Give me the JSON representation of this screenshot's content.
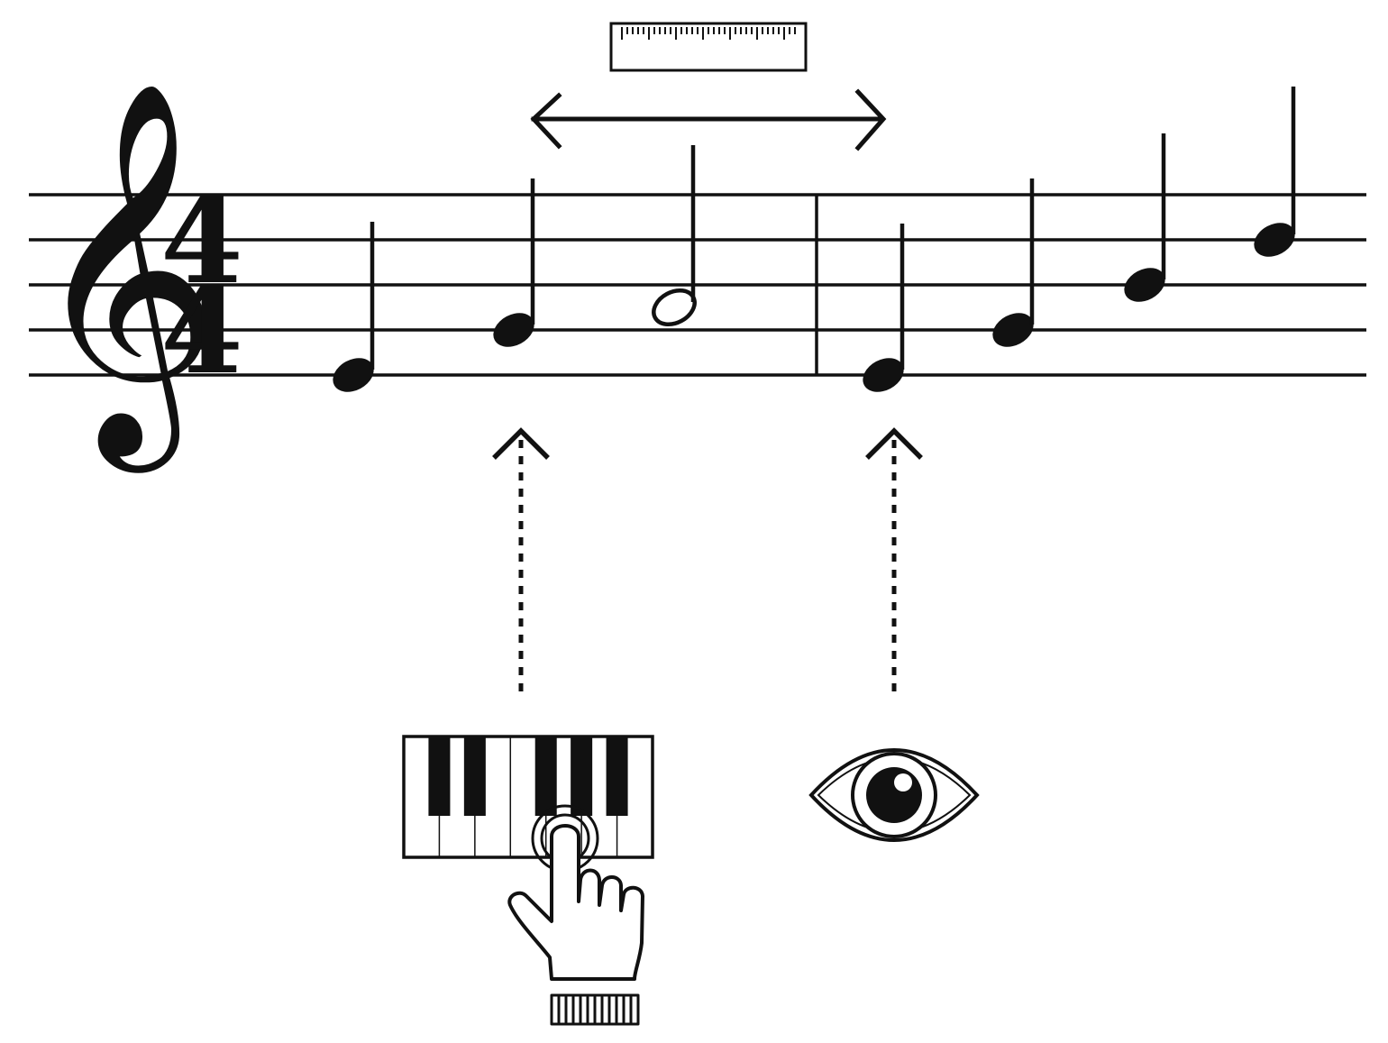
{
  "staff": {
    "clef": "𝄞",
    "time_signature": {
      "numerator": "4",
      "denominator": "4"
    },
    "measures": [
      {
        "notes": [
          {
            "pitch": "E4",
            "duration": "quarter"
          },
          {
            "pitch": "G4",
            "duration": "quarter"
          },
          {
            "pitch": "A4",
            "duration": "half"
          }
        ]
      },
      {
        "notes": [
          {
            "pitch": "E4",
            "duration": "quarter"
          },
          {
            "pitch": "G4",
            "duration": "quarter"
          },
          {
            "pitch": "B4",
            "duration": "quarter"
          },
          {
            "pitch": "D5",
            "duration": "quarter"
          }
        ]
      }
    ]
  },
  "icons": {
    "top": "ruler-icon",
    "left_bottom": "piano-keyboard-with-pressing-hand-icon",
    "right_bottom": "eye-icon"
  },
  "colors": {
    "ink": "#111111",
    "background": "#ffffff"
  }
}
